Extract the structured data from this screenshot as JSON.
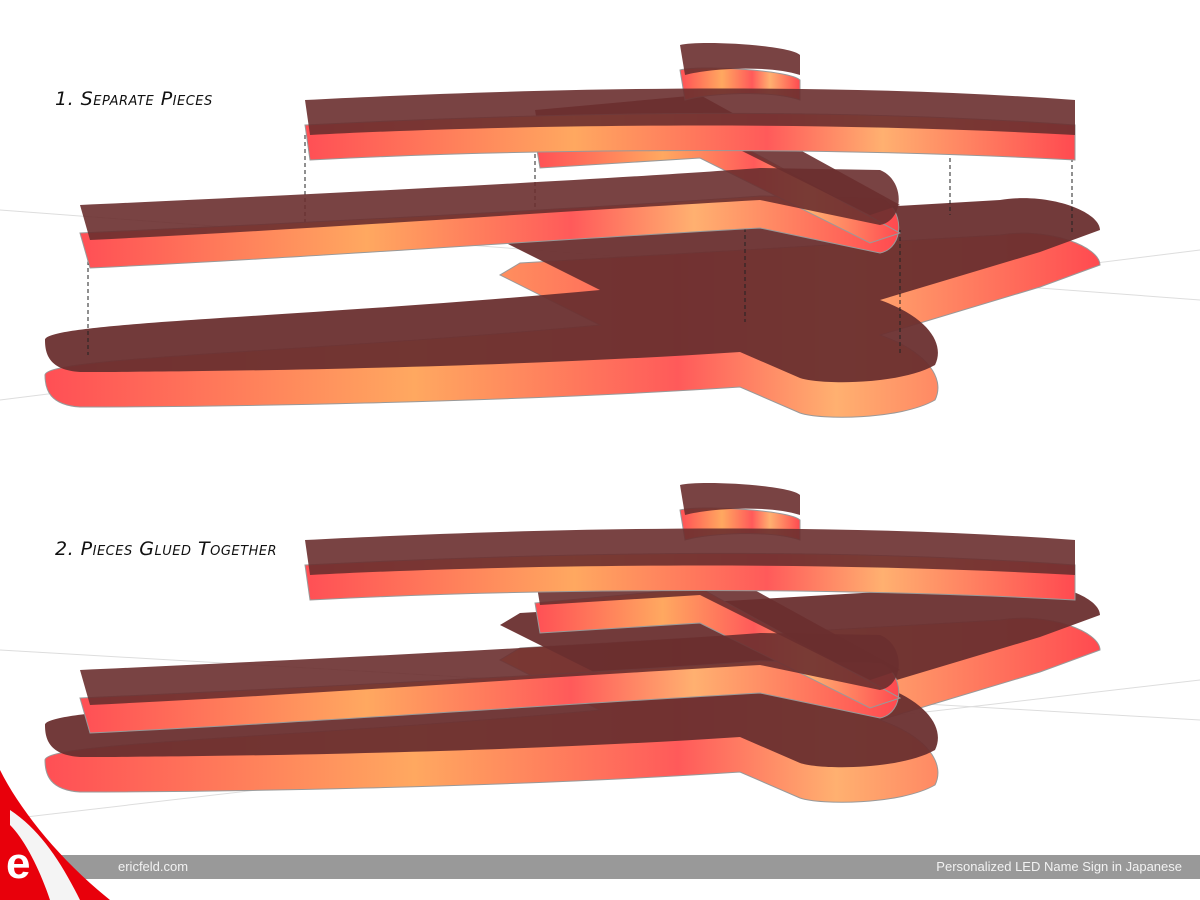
{
  "labels": {
    "step1": "1. Separate Pieces",
    "step2": "2. Pieces Glued Together"
  },
  "footer": {
    "site": "ericfeld.com",
    "title": "Personalized LED Name Sign in Japanese"
  },
  "colors": {
    "side_red": "#ff4f55",
    "side_orange": "#ffa860",
    "top_face": "#6a2f2f",
    "footer_bar": "#999999",
    "logo_red": "#e8000b"
  }
}
